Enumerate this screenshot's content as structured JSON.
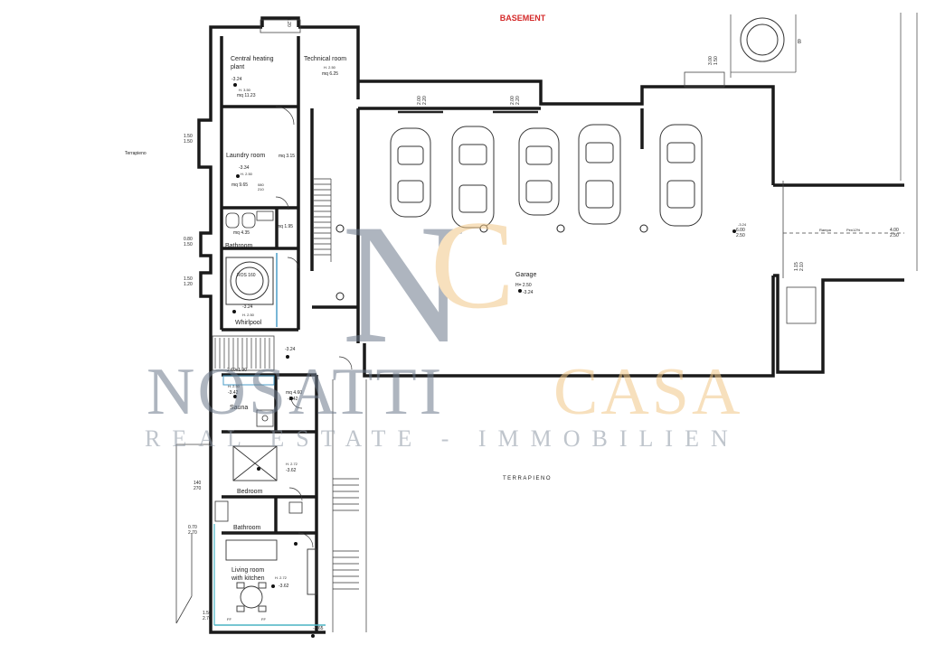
{
  "title": "BASEMENT",
  "colors": {
    "title": "#d42a2a",
    "wall": "#1a1a1a",
    "wm_dark": "#6c7a8c",
    "wm_gold": "#f2c888",
    "wm_sub": "#8c96a4"
  },
  "watermark": {
    "monogram_n": "N",
    "monogram_c": "C",
    "brand_left": "NOSATTI",
    "brand_right": "CASA",
    "tagline": "REAL ESTATE - IMMOBILIEN"
  },
  "rooms": {
    "central_heating": {
      "name_line1": "Central heating",
      "name_line2": "plant",
      "height": "H. 3.50",
      "level": "-3.24",
      "area": "mq 11.23"
    },
    "technical": {
      "name": "Technical room",
      "height": "H. 2.50",
      "area": "mq 6.25"
    },
    "laundry": {
      "name": "Laundry room",
      "level": "-3.34",
      "height": "H. 2.50",
      "area": "mq 9.65",
      "side_area": "mq 3.15"
    },
    "bathroom_top": {
      "name": "Bathroom",
      "area": "mq 4.35",
      "side_area": "mq 1.95"
    },
    "whirlpool": {
      "name": "Whirlpool",
      "tub_label": "ROS 160",
      "level": "-3.24",
      "height": "H. 2.50"
    },
    "sauna": {
      "name": "Sauna",
      "height": "H. 2.50",
      "level": "-3.42",
      "side_area": "mq 4.60",
      "side_level": "-3.42"
    },
    "bedroom": {
      "name": "Bedroom",
      "height": "H. 2.72",
      "level": "-3.62"
    },
    "bathroom_bottom": {
      "name": "Bathroom"
    },
    "living": {
      "name_line1": "Living room",
      "name_line2": "with kitchen",
      "height": "H. 2.72",
      "level": "-3.62"
    },
    "garage": {
      "name": "Garage",
      "height": "H= 2.50",
      "level": "-3.24"
    }
  },
  "dims": {
    "d_150_a": "1.50",
    "d_150_b": "1.50",
    "d_080": "0.80",
    "d_150_c": "1.50",
    "d_150_d": "1.50",
    "d_120": "1.20",
    "d_140": "140",
    "d_270_a": "270",
    "d_070": "0.70",
    "d_270_b": "2.70",
    "d_150_e": "1.50",
    "d_270_c": "2.70",
    "d_200_a": "2.00",
    "d_220_a": "2.20",
    "d_200_b": "2.00",
    "d_220_b": "2.20",
    "d_300": "3.00",
    "d_150_f": "1.50",
    "d_600": "6.00",
    "d_250_a": "2.50",
    "d_400": "4.00",
    "d_250_b": "2.50",
    "d_115": "1.15",
    "d_210": "2.10",
    "door_a": "080",
    "door_b": "210",
    "level_stair": "-3.24",
    "level_bottom": "-3.65",
    "level_ramp": "-3.24",
    "sauna_box": "2.60x1.90",
    "top_mark": "1.20"
  },
  "labels": {
    "terrapieno_left": "Terrapieno",
    "terrapieno_bottom": "TERRAPIENO",
    "ramp": "Rampa",
    "ramp_pct": "Pen12%",
    "ff_1": "FF",
    "ff_2": "FF",
    "b_mark": "B"
  }
}
